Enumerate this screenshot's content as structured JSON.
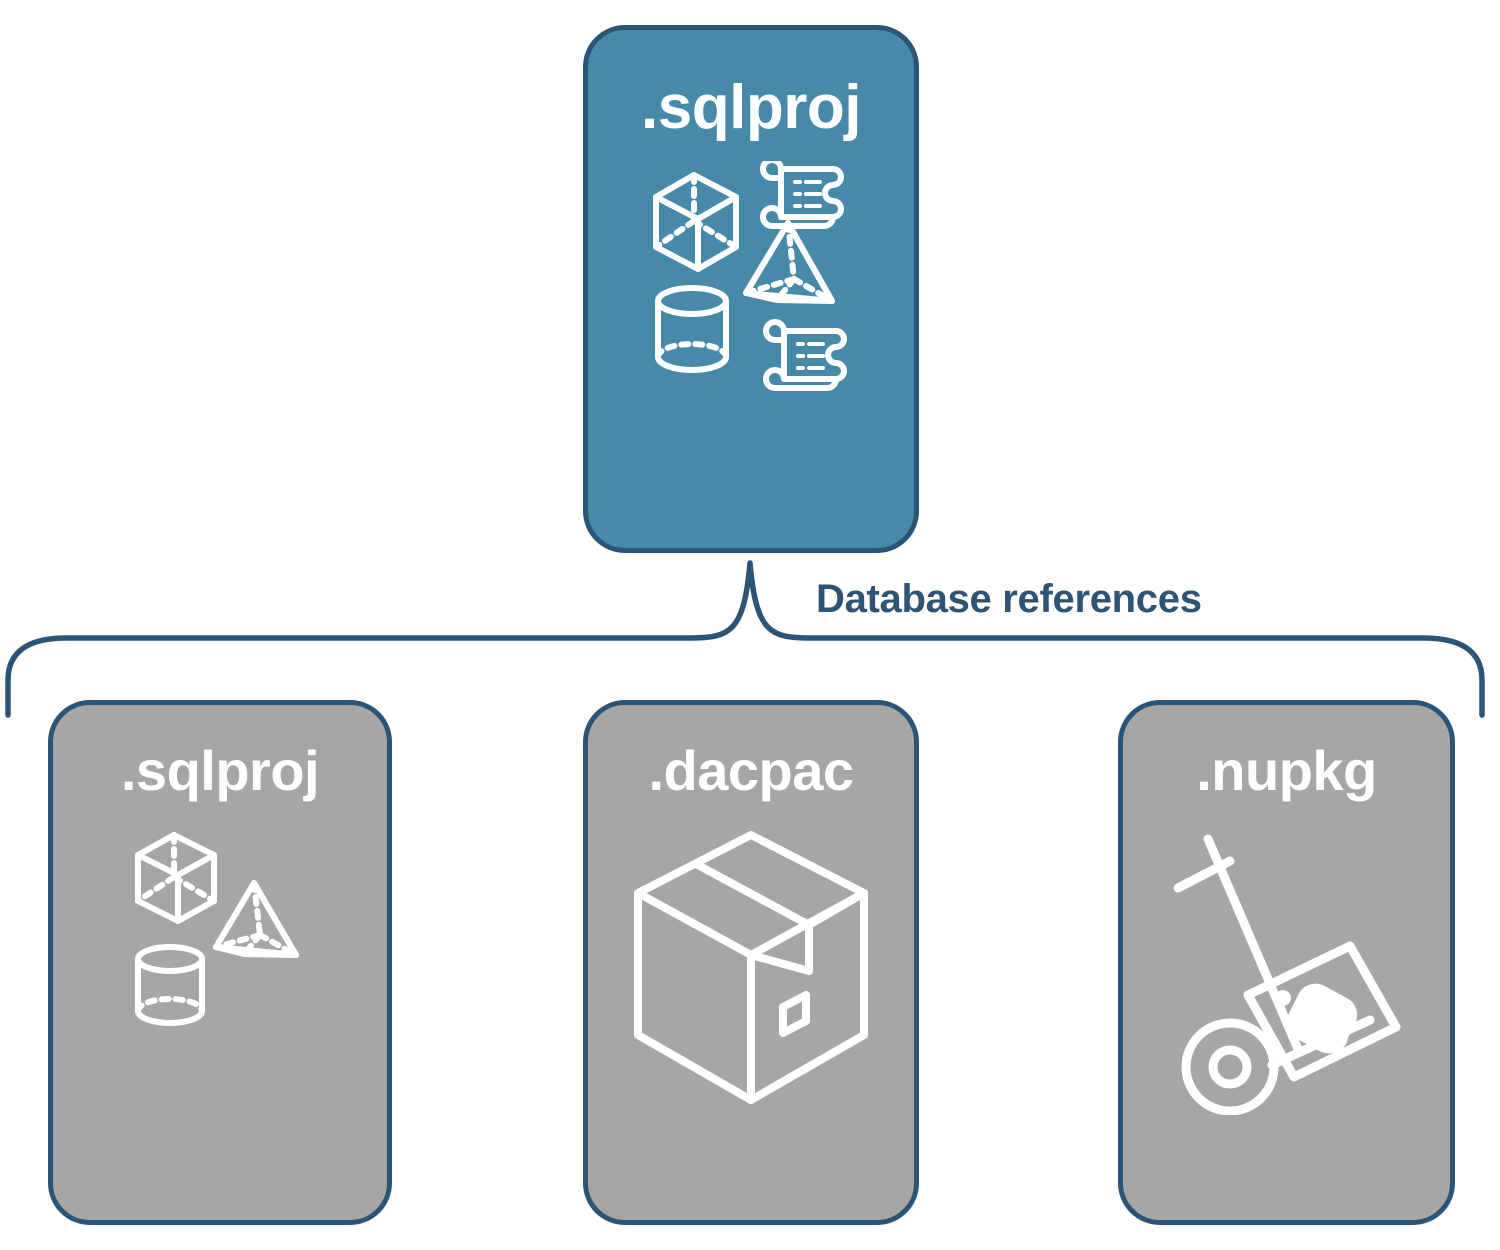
{
  "diagram": {
    "title_top": ".sqlproj",
    "connector_label": "Database references",
    "colors": {
      "primary_fill": "#4689A8",
      "secondary_fill": "#A6A6A6",
      "border": "#2B5578",
      "label_text": "#2D5474",
      "icon_stroke": "#FFFFFF",
      "background": "#FFFFFF"
    },
    "nodes": {
      "top": {
        "label": ".sqlproj",
        "kind": "primary",
        "icons": [
          "cube-icon",
          "script-scroll-icon",
          "pyramid-icon",
          "cylinder-icon",
          "script-scroll-icon"
        ]
      },
      "references": [
        {
          "label": ".sqlproj",
          "kind": "secondary",
          "icons": [
            "cube-icon",
            "pyramid-icon",
            "cylinder-icon"
          ]
        },
        {
          "label": ".dacpac",
          "kind": "secondary",
          "icons": [
            "package-box-icon"
          ]
        },
        {
          "label": ".nupkg",
          "kind": "secondary",
          "icons": [
            "hand-truck-nuget-icon"
          ]
        }
      ]
    }
  }
}
